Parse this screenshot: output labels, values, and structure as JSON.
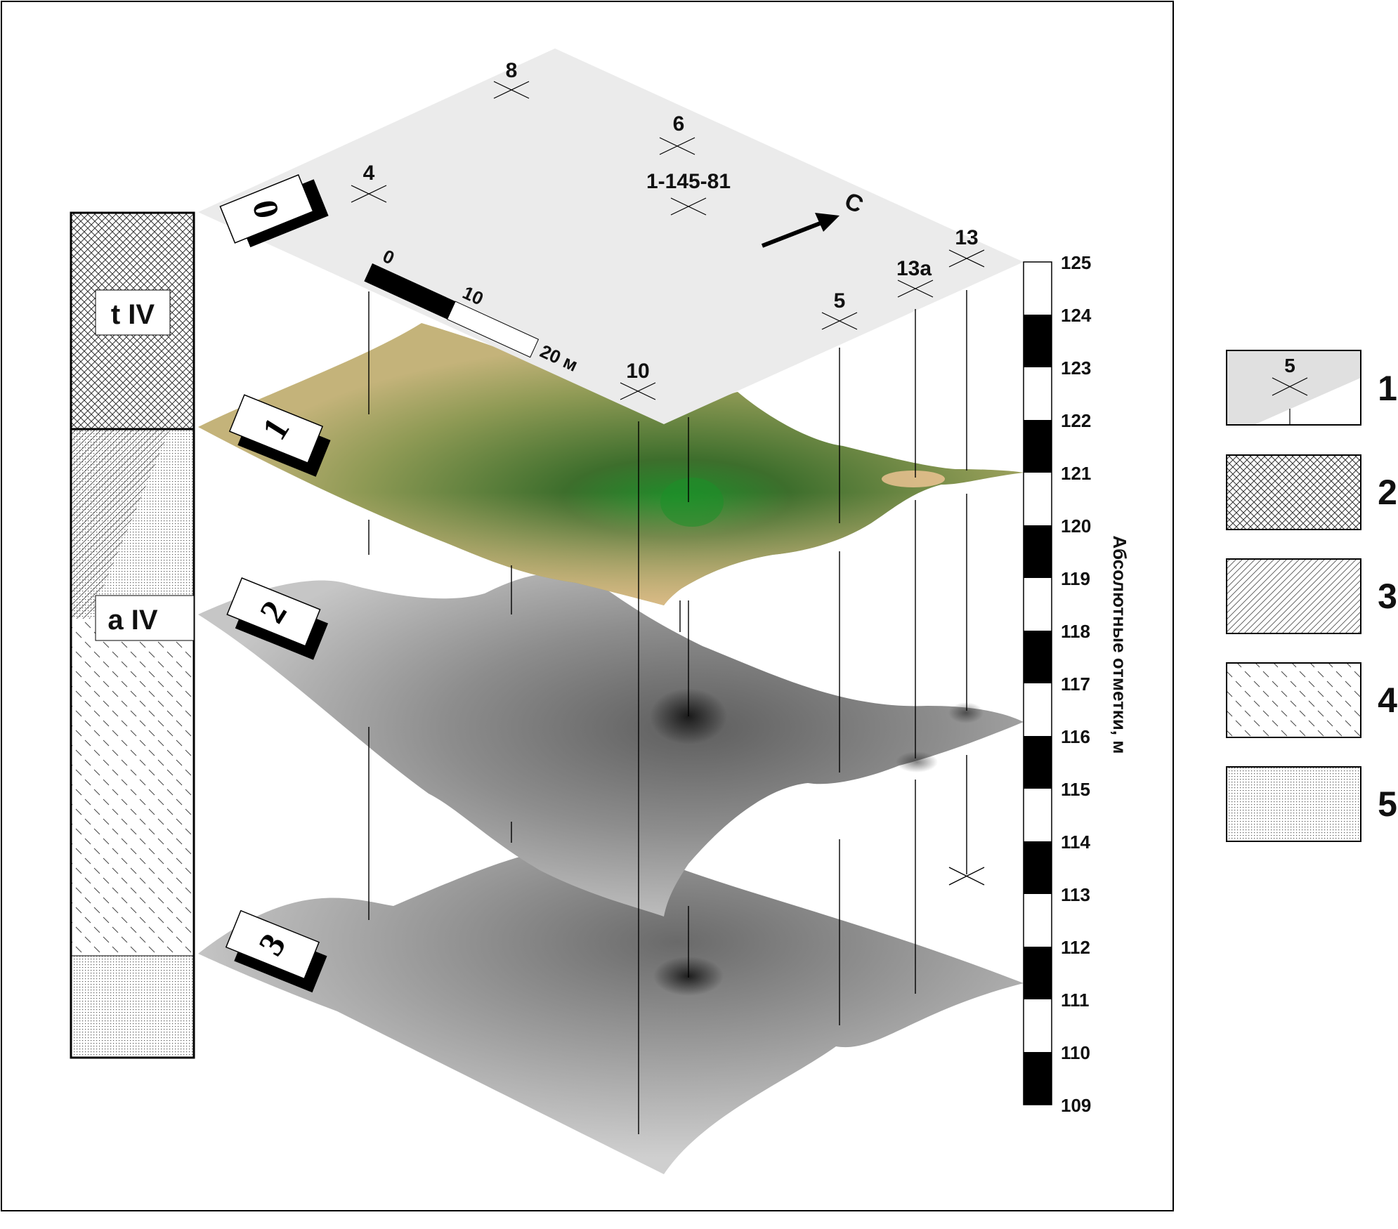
{
  "surface_labels": [
    "0",
    "1",
    "2",
    "3"
  ],
  "strat_column": {
    "upper_label": "t IV",
    "lower_label": "a IV"
  },
  "boreholes": [
    {
      "id": "8"
    },
    {
      "id": "6"
    },
    {
      "id": "1-145-81"
    },
    {
      "id": "4"
    },
    {
      "id": "13"
    },
    {
      "id": "13а"
    },
    {
      "id": "5"
    },
    {
      "id": "10"
    }
  ],
  "north_label": "С",
  "scale_bar": {
    "ticks": [
      "0",
      "10",
      "20 м"
    ]
  },
  "elevation_axis": {
    "label": "Абсолютные отметки, м",
    "ticks": [
      "125",
      "124",
      "123",
      "122",
      "121",
      "120",
      "119",
      "118",
      "117",
      "116",
      "115",
      "114",
      "113",
      "112",
      "111",
      "110",
      "109"
    ]
  },
  "legend": [
    {
      "number": "1",
      "sample": "5",
      "pattern": "surface-with-borehole"
    },
    {
      "number": "2",
      "pattern": "cross-hatch"
    },
    {
      "number": "3",
      "pattern": "diagonal-hatch"
    },
    {
      "number": "4",
      "pattern": "dashes"
    },
    {
      "number": "5",
      "pattern": "dots"
    }
  ],
  "colors": {
    "surface0": "#ebebeb",
    "surface1_dark": "#2e5e22",
    "surface1_light": "#e6c08e",
    "surface_gray": "#9a9a9a"
  }
}
